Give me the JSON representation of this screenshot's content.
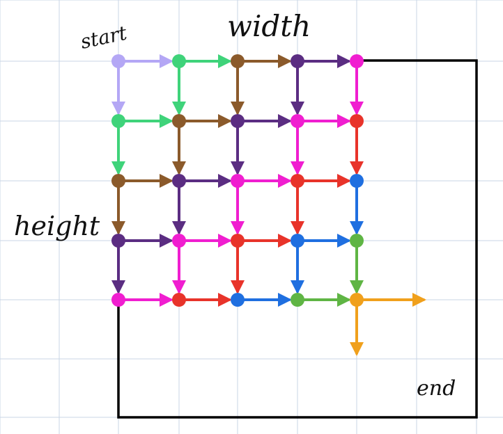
{
  "labels": {
    "start": "start",
    "width": "width",
    "height": "height",
    "end": "end"
  },
  "colors": {
    "grid": "#c9d6e6",
    "border": "#000000",
    "diag0": "#b4a7f5",
    "diag1": "#3fd37a",
    "diag2": "#8b5a2b",
    "diag3": "#5b2d82",
    "diag4": "#f01ed0",
    "diag5": "#e8332a",
    "diag6": "#1f6fe0",
    "diag7": "#5fb544",
    "diag8": "#f0a01c"
  },
  "grid_nodes": {
    "columns": 5,
    "rows": 5
  },
  "outer_square": "from start corner to end corner"
}
